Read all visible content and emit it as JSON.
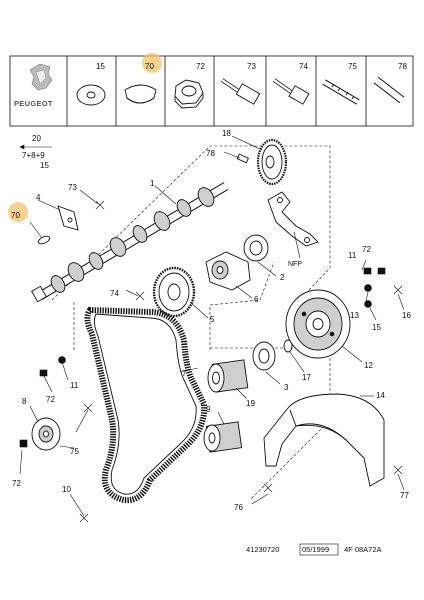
{
  "brand": {
    "name": "PEUGEOT",
    "logo_icon": "peugeot-lion-icon"
  },
  "header_cells": [
    "15",
    "70",
    "72",
    "73",
    "74",
    "75",
    "78"
  ],
  "highlight_color": "#f2c36b",
  "references": {
    "20": "20",
    "assembly": "7+8+9"
  },
  "callouts": {
    "c1": "1",
    "c2": "2",
    "c3": "3",
    "c4": "4",
    "c5": "5",
    "c6": "6",
    "c7": "7",
    "c8": "8",
    "c9": "9",
    "c10": "10",
    "c11a": "11",
    "c11b": "11",
    "c12": "12",
    "c13": "13",
    "c14": "14",
    "c15a": "15",
    "c15b": "15",
    "c16": "16",
    "c17": "17",
    "c18": "18",
    "c19": "19",
    "c70": "70",
    "c72a": "72",
    "c72b": "72",
    "c72c": "72",
    "c73": "73",
    "c74": "74",
    "c75": "75",
    "c76": "76",
    "c77": "77",
    "c78": "78",
    "nfp": "NFP"
  },
  "footer": {
    "code": "41230720",
    "date": "05/1999",
    "ref": "4F 08A72A"
  }
}
